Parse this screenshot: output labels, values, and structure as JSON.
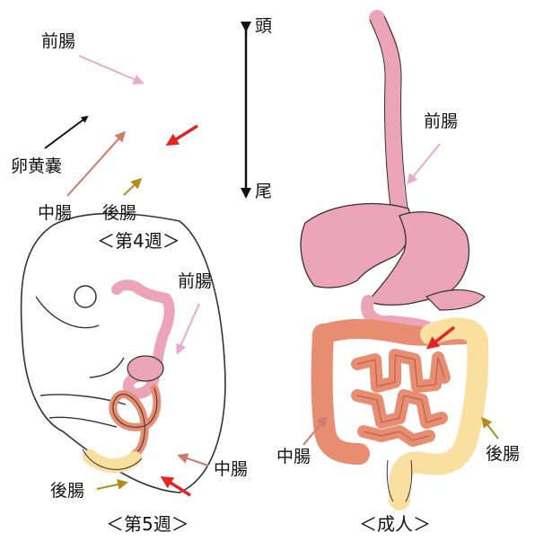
{
  "axis": {
    "head": "頭",
    "tail": "尾"
  },
  "week4": {
    "caption": "＜第4週＞",
    "labels": {
      "foregut": "前腸",
      "yolk_sac": "卵黄嚢",
      "midgut": "中腸",
      "hindgut": "後腸"
    }
  },
  "week5": {
    "caption": "＜第5週＞",
    "labels": {
      "foregut": "前腸",
      "midgut": "中腸",
      "hindgut": "後腸"
    }
  },
  "adult": {
    "caption": "＜成人＞",
    "labels": {
      "foregut": "前腸",
      "midgut": "中腸",
      "hindgut": "後腸"
    }
  },
  "colors": {
    "foregut": "#eba4b8",
    "midgut": "#e98d72",
    "hindgut": "#f9e0a0",
    "outline": "#333333",
    "arrow_foregut": "#eba9cf",
    "arrow_midgut": "#cf7a6c",
    "arrow_hindgut": "#b38b18",
    "arrow_highlight": "#e82323",
    "arrow_black": "#111111"
  }
}
